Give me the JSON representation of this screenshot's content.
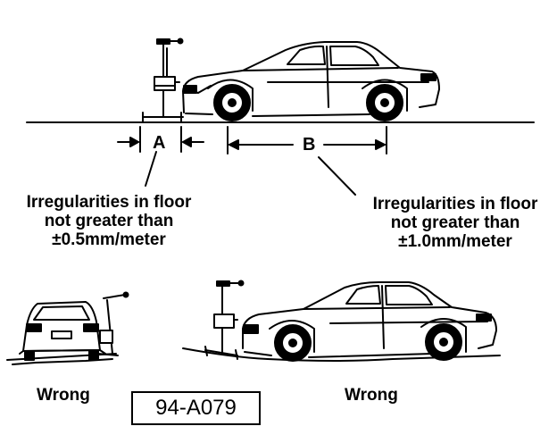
{
  "dimension_a": "A",
  "dimension_b": "B",
  "note_left": {
    "line1": "Irregularities in floor",
    "line2": "not greater than",
    "line3": "±0.5mm/meter"
  },
  "note_right": {
    "line1": "Irregularities in floor",
    "line2": "not greater than",
    "line3": "±1.0mm/meter"
  },
  "wrong_left": "Wrong",
  "wrong_right": "Wrong",
  "figure_id": "94-A079"
}
